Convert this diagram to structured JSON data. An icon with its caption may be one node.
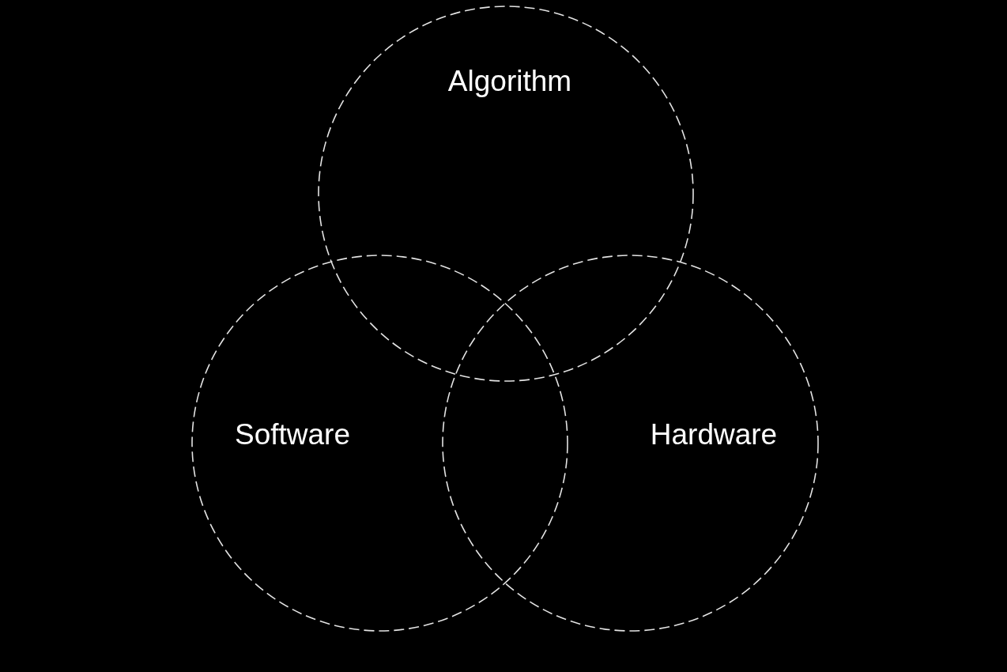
{
  "diagram": {
    "nodes": [
      {
        "text": [
          "Algorithm"
        ]
      },
      {
        "text": [
          "Software"
        ]
      },
      {
        "text": [
          "Hardware"
        ]
      }
    ]
  }
}
